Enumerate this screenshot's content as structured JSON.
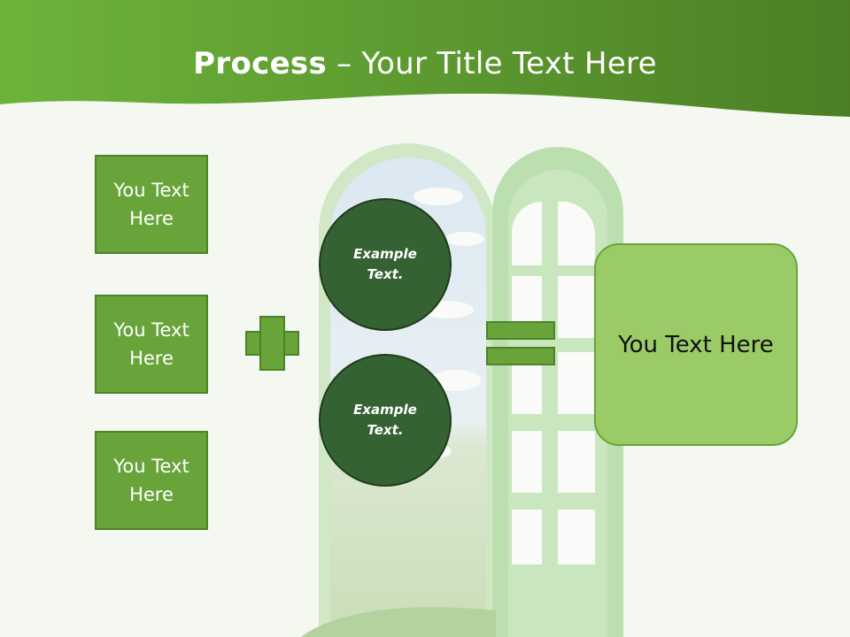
{
  "title": {
    "bold": "Process",
    "rest": " – Your Title Text Here"
  },
  "left_boxes": [
    {
      "text": "You Text Here"
    },
    {
      "text": "You Text Here"
    },
    {
      "text": "You Text Here"
    }
  ],
  "circles": [
    {
      "text": "Example Text."
    },
    {
      "text": "Example Text."
    }
  ],
  "result": {
    "text": "You Text Here"
  },
  "colors": {
    "header_green": "#5e9e34",
    "box_green": "#68a43a",
    "circle_dark": "#356233",
    "result_light": "#9acb67"
  },
  "icons": [
    "plus-icon",
    "equals-icon",
    "open-door-illustration"
  ]
}
